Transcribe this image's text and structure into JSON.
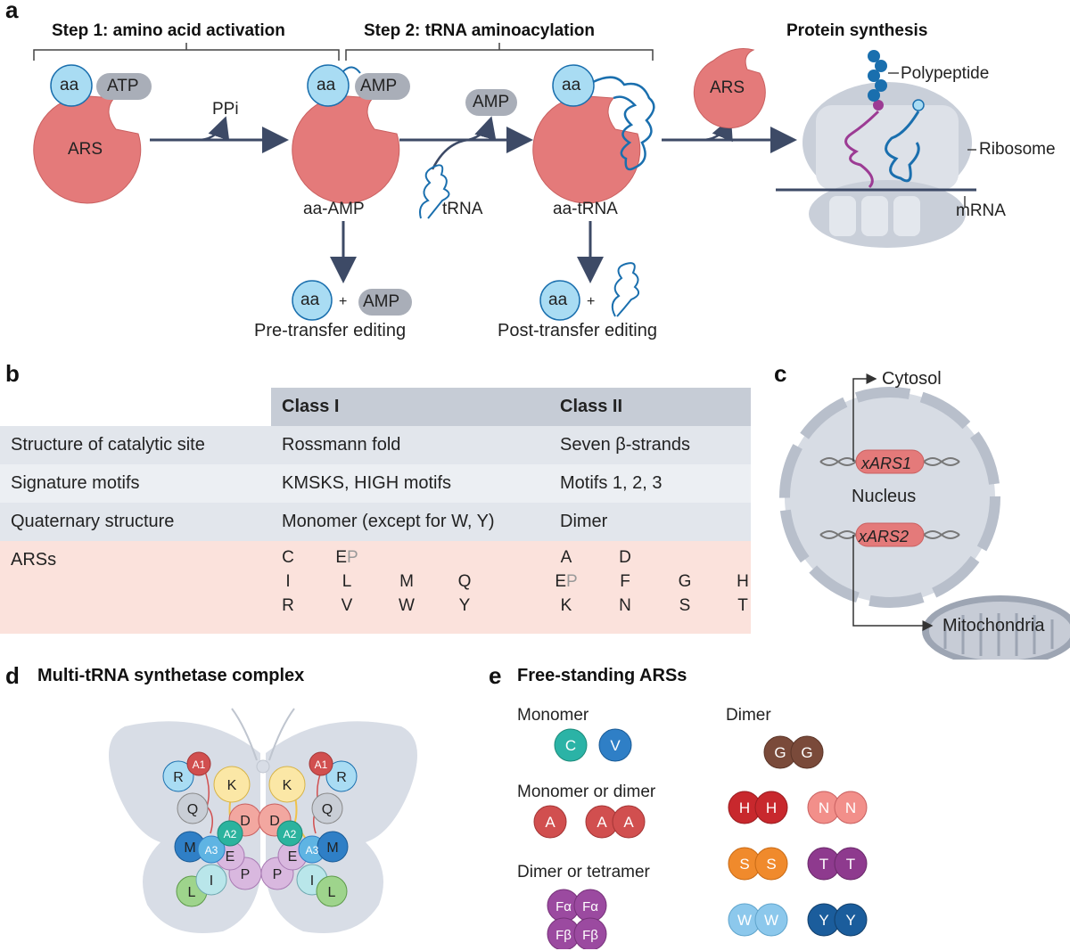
{
  "panel_a": {
    "letter": "a",
    "step1": "Step 1: amino acid activation",
    "step2": "Step 2: tRNA aminoacylation",
    "protein_synthesis": "Protein synthesis",
    "aa": "aa",
    "atp": "ATP",
    "amp": "AMP",
    "ars": "ARS",
    "ppi": "PPi",
    "aa_amp": "aa-AMP",
    "trna": "tRNA",
    "aa_trna": "aa-tRNA",
    "polypeptide": "Polypeptide",
    "ribosome": "Ribosome",
    "mrna": "mRNA",
    "plus": "+",
    "pre_transfer": "Pre-transfer editing",
    "post_transfer": "Post-transfer editing"
  },
  "panel_b": {
    "letter": "b",
    "header": [
      "",
      "Class I",
      "Class II"
    ],
    "rows": [
      [
        "Structure of catalytic site",
        "Rossmann fold",
        "Seven β-strands"
      ],
      [
        "Signature motifs",
        "KMSKS, HIGH motifs",
        "Motifs 1, 2, 3"
      ],
      [
        "Quaternary structure",
        "Monomer (except for W, Y)",
        "Dimer"
      ]
    ],
    "ars_label": "ARSs",
    "class1_aas": [
      [
        "C",
        "EP",
        "",
        ""
      ],
      [
        "I",
        "L",
        "M",
        "Q"
      ],
      [
        "R",
        "V",
        "W",
        "Y"
      ]
    ],
    "class2_aas": [
      [
        "A",
        "D",
        "",
        ""
      ],
      [
        "EP",
        "F",
        "G",
        "H"
      ],
      [
        "K",
        "N",
        "S",
        "T"
      ]
    ]
  },
  "panel_c": {
    "letter": "c",
    "cytosol": "Cytosol",
    "xars1": "xARS1",
    "nucleus": "Nucleus",
    "xars2": "xARS2",
    "mitochondria": "Mitochondria"
  },
  "panel_d": {
    "letter": "d",
    "title": "Multi-tRNA synthetase complex",
    "nodes": [
      "R",
      "A1",
      "K",
      "Q",
      "D",
      "A2",
      "M",
      "A3",
      "E",
      "P",
      "L",
      "I"
    ]
  },
  "panel_e": {
    "letter": "e",
    "title": "Free-standing ARSs",
    "monomer": "Monomer",
    "dimer": "Dimer",
    "monomer_or_dimer": "Monomer or dimer",
    "dimer_or_tetramer": "Dimer or tetramer",
    "monomers": [
      "C",
      "V"
    ],
    "dimers": [
      "G",
      "H",
      "N",
      "S",
      "T",
      "W",
      "Y"
    ],
    "mono_or_di": [
      "A"
    ],
    "tetramer": [
      "Fα",
      "Fβ"
    ]
  },
  "colors": {
    "ars_red": "#e47a7a",
    "aa_blue": "#a9dcf3",
    "pill_grey": "#a9aeb8",
    "arrow": "#3d4a66",
    "trna_blue": "#1a6fae",
    "table_header": "#c6ccd6",
    "ars_row": "#fbe2dc"
  }
}
